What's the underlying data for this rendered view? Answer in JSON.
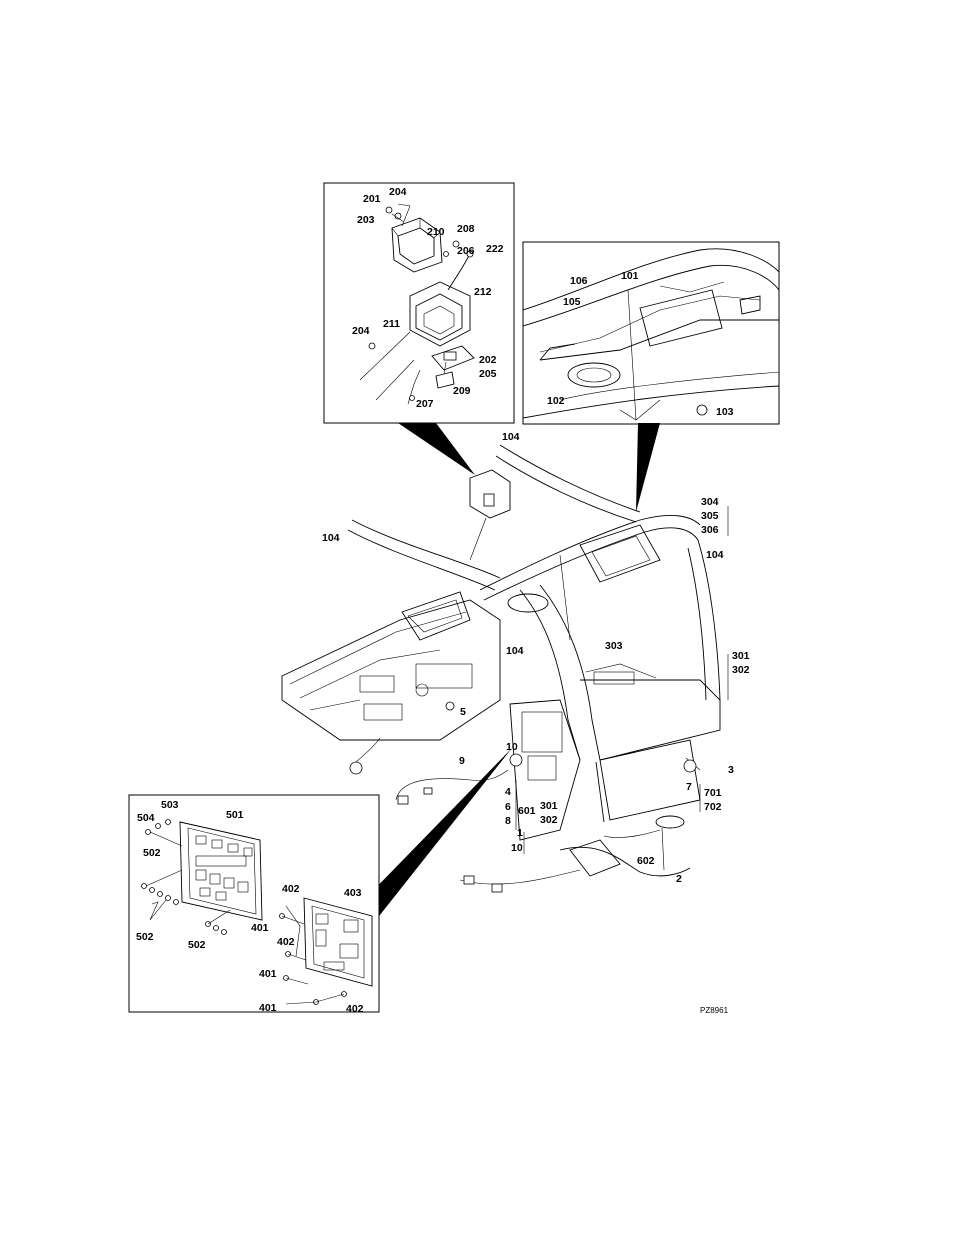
{
  "figure_id": "PZ8961",
  "callouts": {
    "c201": "201",
    "c204a": "204",
    "c203": "203",
    "c210": "210",
    "c208": "208",
    "c206": "206",
    "c222": "222",
    "c212": "212",
    "c211": "211",
    "c204b": "204",
    "c202": "202",
    "c205": "205",
    "c209": "209",
    "c207": "207",
    "c106": "106",
    "c101": "101",
    "c105": "105",
    "c102": "102",
    "c103": "103",
    "c104a": "104",
    "c104b": "104",
    "c104c": "104",
    "c104d": "104",
    "c304": "304",
    "c305": "305",
    "c306": "306",
    "c303": "303",
    "c301a": "301",
    "c302a": "302",
    "c5": "5",
    "c10a": "10",
    "c9": "9",
    "c3": "3",
    "c4": "4",
    "c6": "6",
    "c8": "8",
    "c601": "601",
    "c301b": "301",
    "c302b": "302",
    "c1": "1",
    "c10b": "10",
    "c7": "7",
    "c701": "701",
    "c702": "702",
    "c602": "602",
    "c2": "2",
    "c503": "503",
    "c501": "501",
    "c504": "504",
    "c502a": "502",
    "c502b": "502",
    "c502c": "502",
    "c402a": "402",
    "c403": "403",
    "c401a": "401",
    "c402b": "402",
    "c401b": "401",
    "c401c": "401",
    "c402c": "402"
  }
}
